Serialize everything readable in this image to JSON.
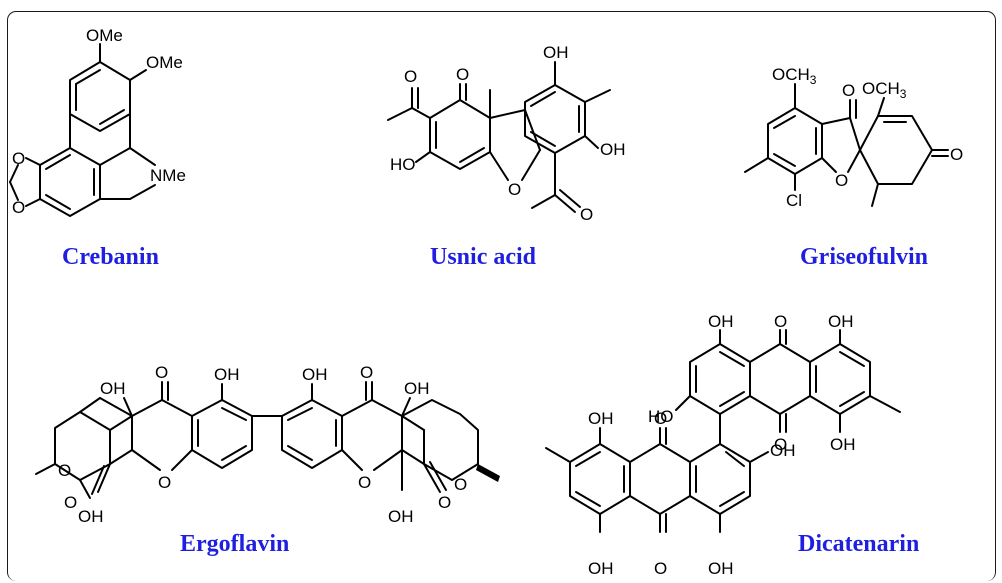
{
  "accent_color": "#1f1fe0",
  "compounds": {
    "crebanin": {
      "name": "Crebanin",
      "labels": [
        "OMe",
        "OMe",
        "NMe",
        "O",
        "O"
      ]
    },
    "usnic_acid": {
      "name": "Usnic acid",
      "labels": [
        "O",
        "O",
        "OH",
        "HO",
        "O",
        "OH",
        "O"
      ]
    },
    "griseofulvin": {
      "name": "Griseofulvin",
      "labels": [
        "OCH3",
        "O",
        "OCH3",
        "O",
        "O",
        "Cl"
      ]
    },
    "ergoflavin": {
      "name": "Ergoflavin",
      "labels": [
        "OH",
        "O",
        "OH",
        "OH",
        "O",
        "OH",
        "O",
        "O",
        "O",
        "O",
        "OH",
        "O",
        "O",
        "OH"
      ]
    },
    "dicatenarin": {
      "name": "Dicatenarin",
      "labels": [
        "OH",
        "O",
        "OH",
        "HO",
        "O",
        "OH",
        "OH",
        "O",
        "OH",
        "OH",
        "O",
        "OH"
      ]
    }
  }
}
